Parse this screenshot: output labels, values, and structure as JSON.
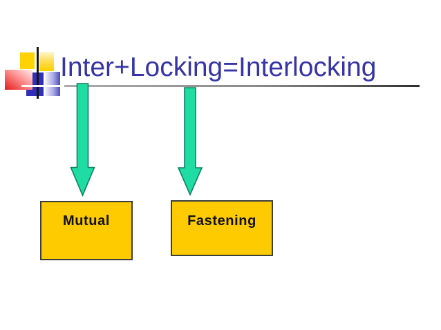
{
  "slide": {
    "title": "Inter+Locking=Interlocking",
    "title_color": "#3634A6",
    "background_color": "#FFFFFF",
    "rule_color": "#8A8A8A"
  },
  "diagram": {
    "boxes": [
      {
        "label": "Mutual",
        "fill_color": "#FECB00",
        "border_color": "#3D3D3D",
        "text_color": "#111111"
      },
      {
        "label": "Fastening",
        "fill_color": "#FECB00",
        "border_color": "#3D3D3D",
        "text_color": "#111111"
      }
    ],
    "arrows": [
      {
        "name": "arrow-to-mutual",
        "direction": "down",
        "fill_color": "#1EDCA2",
        "outline_color": "#0F8065"
      },
      {
        "name": "arrow-to-fastening",
        "direction": "down",
        "fill_color": "#1EDCA2",
        "outline_color": "#0F8065"
      }
    ]
  },
  "logo": {
    "colors": {
      "yellow": "#FFD206",
      "red_gradient_start": "#FFECEC",
      "red_gradient_end": "#E31B1B",
      "blue_solid": "#2F2FB8",
      "blue_gradient_end": "#4A4ABE",
      "vertical_line": "#151515",
      "horizontal_line": "#FFFFFF"
    }
  }
}
